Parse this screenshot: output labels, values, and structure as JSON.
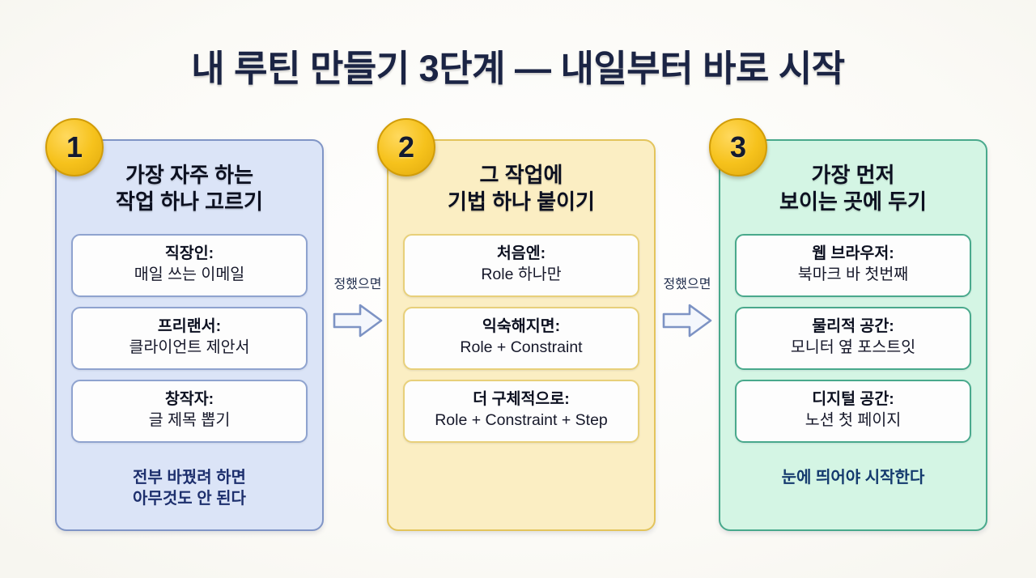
{
  "title": "내 루틴 만들기 3단계 — 내일부터 바로 시작",
  "colors": {
    "background": "#fbfbf7",
    "title_text": "#1b2444",
    "badge_fill": "#f6c21c",
    "badge_border": "#d19c08",
    "badge_number": "#131a30",
    "panel1_fill": "#dbe4f7",
    "panel1_border": "#8095c6",
    "panel2_fill": "#fbeec3",
    "panel2_border": "#e3c45c",
    "panel3_fill": "#d4f5e4",
    "panel3_border": "#49a98c",
    "card_fill": "#fdfdfd",
    "arrow_stroke": "#7d93c4",
    "arrow_fill": "#f4f7fc",
    "connector_label": "#23304f"
  },
  "steps": [
    {
      "number": "1",
      "title": "가장 자주 하는\n작업 하나 고르기",
      "cards": [
        {
          "head": "직장인:",
          "sub": "매일 쓰는 이메일"
        },
        {
          "head": "프리랜서:",
          "sub": "클라이언트 제안서"
        },
        {
          "head": "창작자:",
          "sub": "글 제목 뽑기"
        }
      ],
      "footer": "전부 바꿨려 하면\n아무것도 안 된다"
    },
    {
      "number": "2",
      "title": "그 작업에\n기법 하나 붙이기",
      "cards": [
        {
          "head": "처음엔:",
          "sub": "Role 하나만"
        },
        {
          "head": "익숙해지면:",
          "sub": "Role + Constraint"
        },
        {
          "head": "더 구체적으로:",
          "sub": "Role + Constraint + Step"
        }
      ],
      "footer": ""
    },
    {
      "number": "3",
      "title": "가장 먼저\n보이는 곳에 두기",
      "cards": [
        {
          "head": "웹 브라우저:",
          "sub": "북마크 바 첫번째"
        },
        {
          "head": "물리적 공간:",
          "sub": "모니터 옆 포스트잇"
        },
        {
          "head": "디지털 공간:",
          "sub": "노션 첫 페이지"
        }
      ],
      "footer": "눈에 띄어야 시작한다"
    }
  ],
  "connectors": [
    {
      "label": "정했으면",
      "icon": "right-arrow-icon"
    },
    {
      "label": "정했으면",
      "icon": "right-arrow-icon"
    }
  ]
}
